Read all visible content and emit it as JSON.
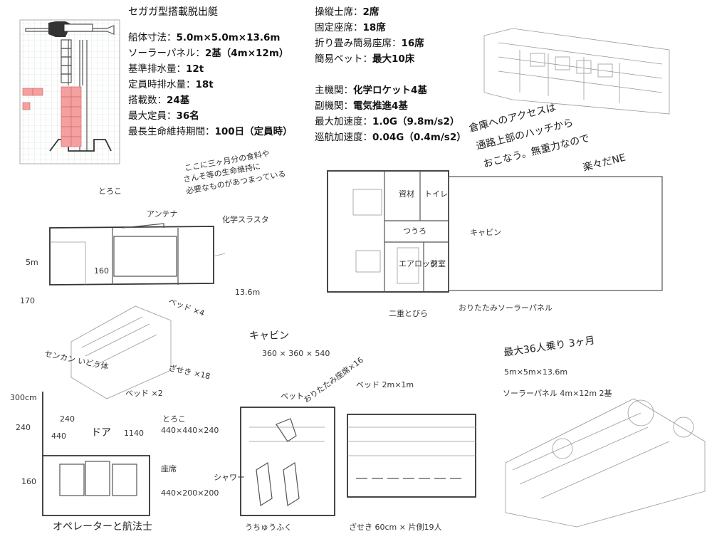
{
  "spec_left": {
    "title": "セガガ型搭載脱出艇",
    "rows": [
      {
        "label": "船体寸法：",
        "value": "5.0m×5.0m×13.6m"
      },
      {
        "label": "ソーラーパネル：",
        "value": "2基（4m×12m）"
      },
      {
        "label": "基準排水量：",
        "value": "12t"
      },
      {
        "label": "定員時排水量：",
        "value": "18t"
      },
      {
        "label": "搭載数：",
        "value": "24基"
      },
      {
        "label": "最大定員：",
        "value": "36名"
      },
      {
        "label": "最長生命維持期間：",
        "value": "100日（定員時）"
      }
    ]
  },
  "spec_right": {
    "rows_a": [
      {
        "label": "操縦士席：",
        "value": "2席"
      },
      {
        "label": "固定座席：",
        "value": "18席"
      },
      {
        "label": "折り畳み簡易座席：",
        "value": "16席"
      },
      {
        "label": "簡易ベット：",
        "value": "最大10床"
      }
    ],
    "rows_b": [
      {
        "label": "主機関：",
        "value": "化学ロケット4基"
      },
      {
        "label": "副機関：",
        "value": "電気推進4基"
      },
      {
        "label": "最大加速度：",
        "value": "1.0G（9.8m/s2）"
      },
      {
        "label": "巡航加速度：",
        "value": "0.04G（0.4m/s2）"
      }
    ]
  },
  "notes": {
    "access": [
      "倉庫へのアクセスは",
      "通路上部のハッチから",
      "おこなう。無重力なので",
      "楽々だNE"
    ],
    "life_support": [
      "ここに三ヶ月分の食料や",
      "さんそ等の生命維持に",
      "必要なものがあつまっている"
    ],
    "tolerance": "とろこ",
    "antenna": "アンテナ",
    "chem_thruster": "化学スラスタ",
    "dim_5m": "5m",
    "dim_170": "170",
    "dim_160": "160",
    "dim_136": "13.6m",
    "bed_x4": "ベッド ×4",
    "cabin_label": "キャビン",
    "cabin_dims": "360 × 360 × 540",
    "seat_x18": "ざせき ×18",
    "bed_x2": "ベッド ×2",
    "center_label": "センカン いどう体",
    "storage": "資材",
    "toilet": "トイレ",
    "passage": "つうろ",
    "cabin_plan": "キャビン",
    "airlock": "エアロック",
    "front_room": "前室",
    "double_door": "二重とびら",
    "folding_panel": "おりたたみソーラーパネル",
    "max_36": "最大36人乗り 3ヶ月",
    "dims_text": "5m×5m×13.6m",
    "solar_text": "ソーラーパネル 4m×12m 2基",
    "elbow_dims": "240",
    "d440": "440",
    "door": "ドア",
    "d1140": "1140",
    "tolerance2": "とろこ",
    "dims_444": "440×440×240",
    "seat2": "座席",
    "dims_420": "440×200×200",
    "op_nav": "オペレーターと航法士",
    "bed_title": "ベット",
    "folding_seat": "おりたたみ座席×16",
    "bed_size": "ベッド 2m×1m",
    "spacesuit": "うちゅうふく",
    "seat_row": "ざせき 60cm × 片側19人",
    "d300": "300cm",
    "d160b": "160",
    "label_shower": "シャワー"
  }
}
